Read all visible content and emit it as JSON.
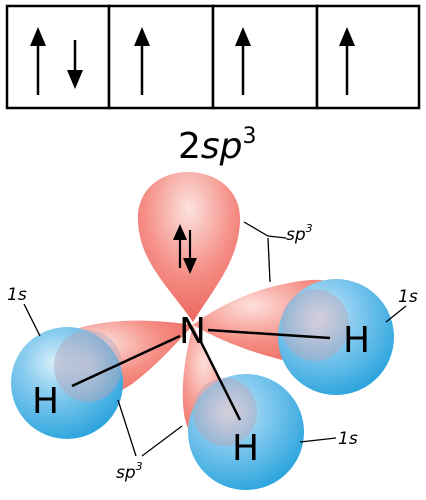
{
  "orbital_diagram": {
    "boxes": [
      {
        "electrons": [
          "up",
          "down"
        ]
      },
      {
        "electrons": [
          "up"
        ]
      },
      {
        "electrons": [
          "up"
        ]
      },
      {
        "electrons": [
          "up"
        ]
      }
    ],
    "label": {
      "prefix": "2",
      "orbital": "sp",
      "superscript": "3"
    }
  },
  "molecule": {
    "central_atom": "N",
    "hydrogen_atoms": [
      "H",
      "H",
      "H"
    ],
    "labels": {
      "hybrid_orbital": "sp",
      "hybrid_superscript": "3",
      "hydrogen_orbital": "1s"
    },
    "colors": {
      "hybrid_lobe": "#f0675f",
      "hydrogen_sphere": "#35a8dd"
    }
  }
}
